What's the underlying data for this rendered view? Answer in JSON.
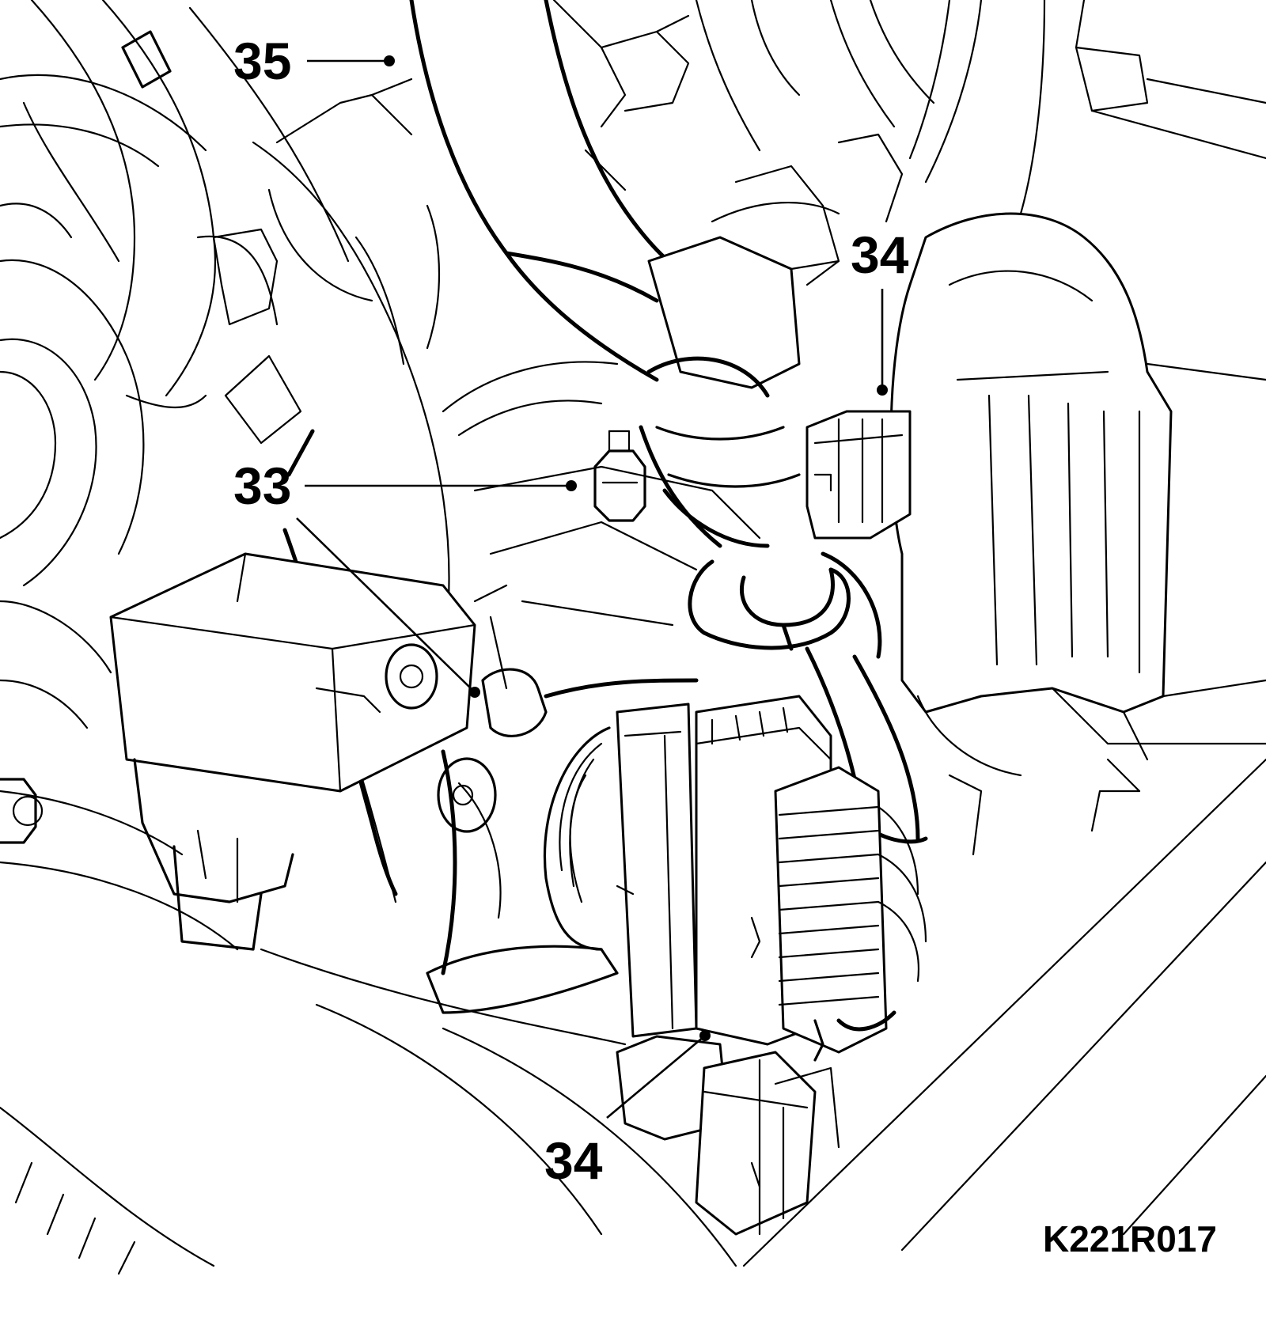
{
  "callouts": [
    {
      "id": "c35",
      "label": "35"
    },
    {
      "id": "c34_top",
      "label": "34"
    },
    {
      "id": "c33",
      "label": "33"
    },
    {
      "id": "c34_bottom",
      "label": "34"
    }
  ],
  "reference_code": "K221R017",
  "colors": {
    "line": "#000000",
    "background": "#ffffff"
  }
}
